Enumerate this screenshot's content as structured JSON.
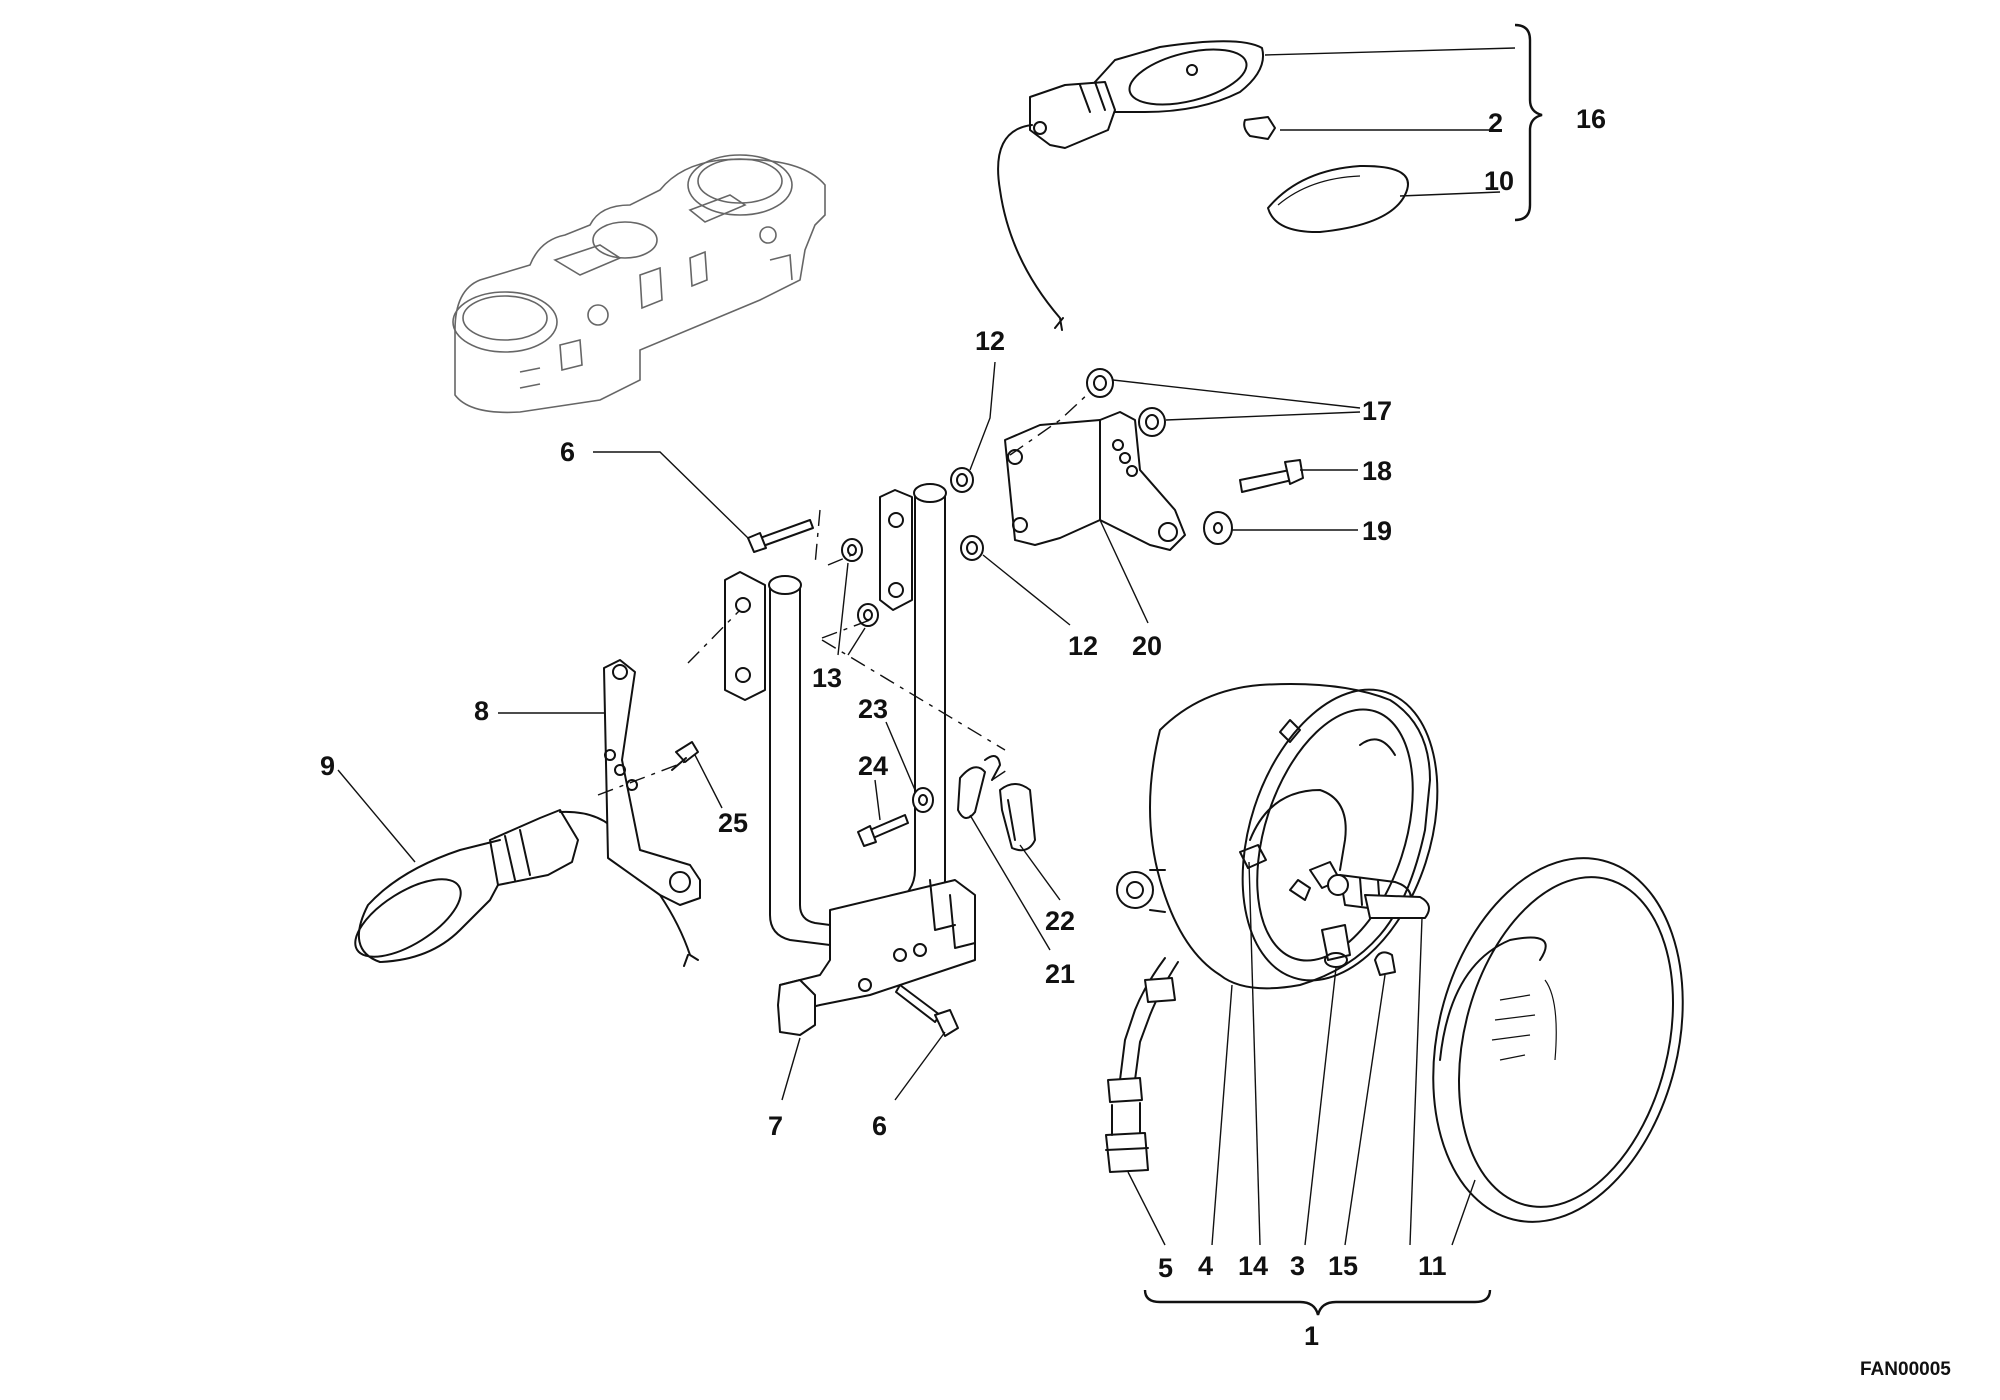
{
  "callouts": [
    "1",
    "2",
    "3",
    "4",
    "5",
    "6",
    "6",
    "7",
    "8",
    "9",
    "10",
    "11",
    "12",
    "12",
    "13",
    "14",
    "15",
    "16",
    "17",
    "18",
    "19",
    "20",
    "21",
    "22",
    "23",
    "24",
    "25"
  ],
  "drawing_code": "FAN00005"
}
